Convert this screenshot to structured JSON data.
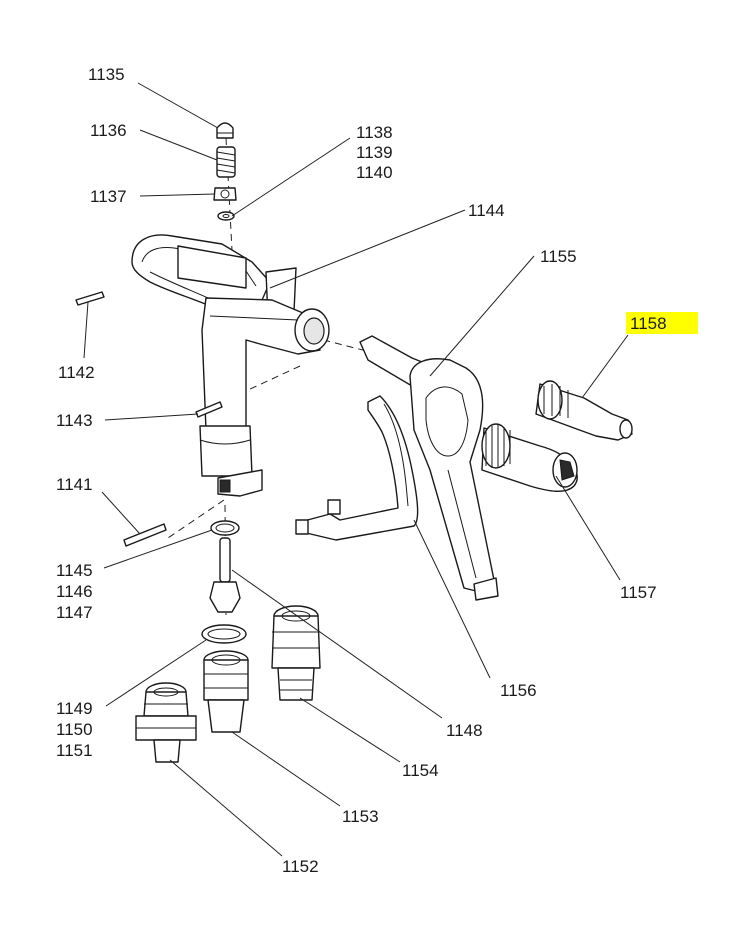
{
  "highlight_color": "#ffff00",
  "highlighted_callout": "1158",
  "callouts": [
    {
      "id": "1135",
      "lines": [
        "1135"
      ]
    },
    {
      "id": "1136",
      "lines": [
        "1136"
      ]
    },
    {
      "id": "1137",
      "lines": [
        "1137"
      ]
    },
    {
      "id": "1138",
      "lines": [
        "1138",
        "1139",
        "1140"
      ]
    },
    {
      "id": "1144",
      "lines": [
        "1144"
      ]
    },
    {
      "id": "1155",
      "lines": [
        "1155"
      ]
    },
    {
      "id": "1158",
      "lines": [
        "1158"
      ]
    },
    {
      "id": "1142",
      "lines": [
        "1142"
      ]
    },
    {
      "id": "1143",
      "lines": [
        "1143"
      ]
    },
    {
      "id": "1141",
      "lines": [
        "1141"
      ]
    },
    {
      "id": "1145",
      "lines": [
        "1145",
        "1146",
        "1147"
      ]
    },
    {
      "id": "1157",
      "lines": [
        "1157"
      ]
    },
    {
      "id": "1156",
      "lines": [
        "1156"
      ]
    },
    {
      "id": "1149",
      "lines": [
        "1149",
        "1150",
        "1151"
      ]
    },
    {
      "id": "1148",
      "lines": [
        "1148"
      ]
    },
    {
      "id": "1154",
      "lines": [
        "1154"
      ]
    },
    {
      "id": "1153",
      "lines": [
        "1153"
      ]
    },
    {
      "id": "1152",
      "lines": [
        "1152"
      ]
    }
  ]
}
